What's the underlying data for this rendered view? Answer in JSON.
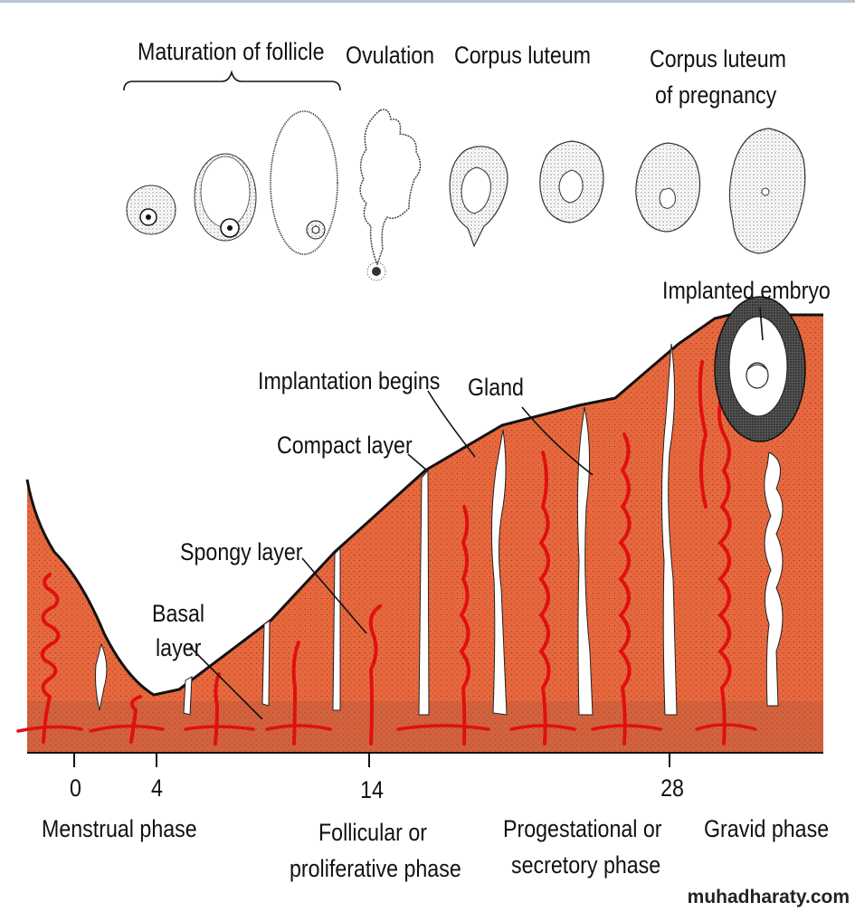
{
  "top_labels": {
    "maturation": "Maturation of follicle",
    "ovulation": "Ovulation",
    "corpus_luteum": "Corpus luteum",
    "corpus_luteum_preg_line1": "Corpus luteum",
    "corpus_luteum_preg_line2": "of pregnancy"
  },
  "layer_labels": {
    "implanted_embryo": "Implanted embryo",
    "implantation_begins": "Implantation begins",
    "gland": "Gland",
    "compact_layer": "Compact layer",
    "spongy_layer": "Spongy layer",
    "basal_line1": "Basal",
    "basal_line2": "layer"
  },
  "day_ticks": [
    "0",
    "4",
    "14",
    "28"
  ],
  "phases": {
    "menstrual": "Menstrual phase",
    "follicular_line1": "Follicular or",
    "follicular_line2": "proliferative phase",
    "progestational_line1": "Progestational or",
    "progestational_line2": "secretory phase",
    "gravid": "Gravid phase"
  },
  "watermark": "muhadharaty.com",
  "colors": {
    "endometrium": "#e9683d",
    "basal_band": "#b95a3d",
    "vessel": "#e01010",
    "outline": "#111111"
  }
}
